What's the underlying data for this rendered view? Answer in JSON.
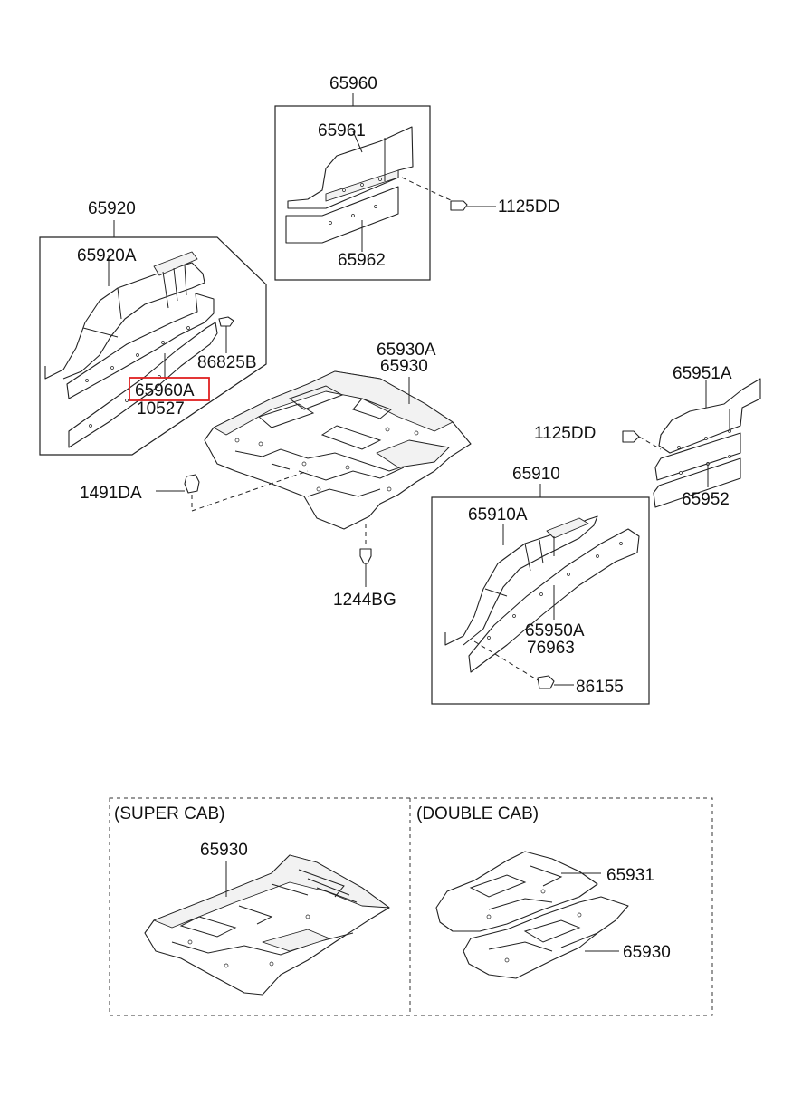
{
  "labels": {
    "p65960": "65960",
    "p65961": "65961",
    "p1125dd_top": "1125DD",
    "p65962": "65962",
    "p65920": "65920",
    "p65920a": "65920A",
    "p86825b": "86825B",
    "p65960a": "65960A",
    "p10527": "10527",
    "p65930a": "65930A",
    "p65930": "65930",
    "p65951a": "65951A",
    "p1125dd_right": "1125DD",
    "p65952": "65952",
    "p1491da": "1491DA",
    "p65910": "65910",
    "p65910a": "65910A",
    "p1244bg": "1244BG",
    "p65950a": "65950A",
    "p76963": "76963",
    "p86155": "86155",
    "super_cab": "(SUPER CAB)",
    "super_65930": "65930",
    "double_cab": "(DOUBLE CAB)",
    "double_65931": "65931",
    "double_65930": "65930"
  },
  "highlight": {
    "part": "65960A",
    "color": "#e02020"
  }
}
